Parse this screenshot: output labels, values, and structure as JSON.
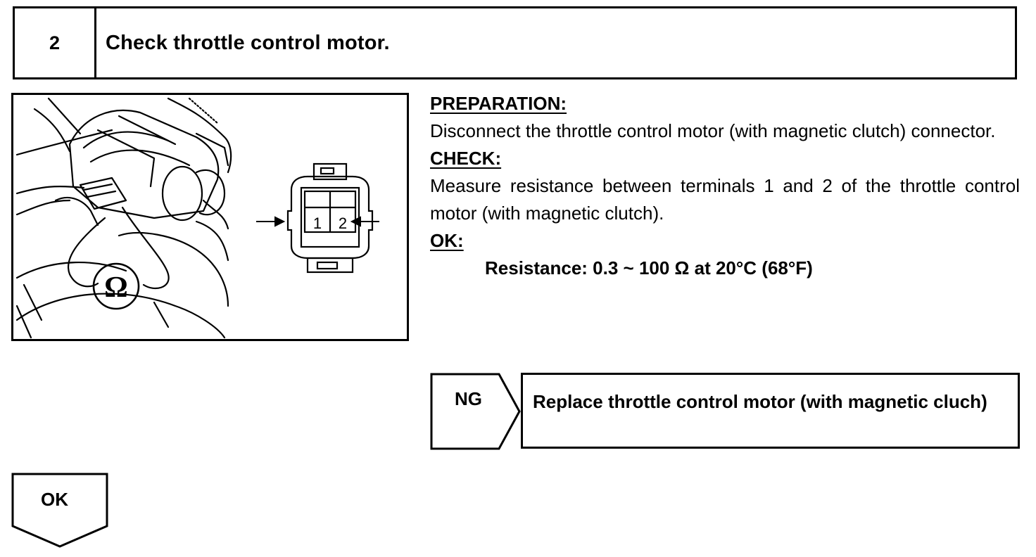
{
  "step": {
    "number": "2",
    "title": "Check throttle control motor."
  },
  "illustration": {
    "ohm_symbol": "Ω",
    "terminals": [
      "1",
      "2"
    ]
  },
  "instructions": {
    "preparation_heading": "PREPARATION:",
    "preparation_text": "Disconnect the throttle control motor (with magnetic clutch) connector.",
    "check_heading": "CHECK:",
    "check_text": "Measure resistance between terminals 1 and 2 of the throttle control motor (with magnetic clutch).",
    "ok_heading": "OK:",
    "ok_spec": "Resistance: 0.3 ~ 100 Ω at 20°C (68°F)"
  },
  "ng_branch": {
    "label": "NG",
    "action": "Replace throttle control motor (with magnetic cluch)"
  },
  "ok_branch": {
    "label": "OK"
  }
}
